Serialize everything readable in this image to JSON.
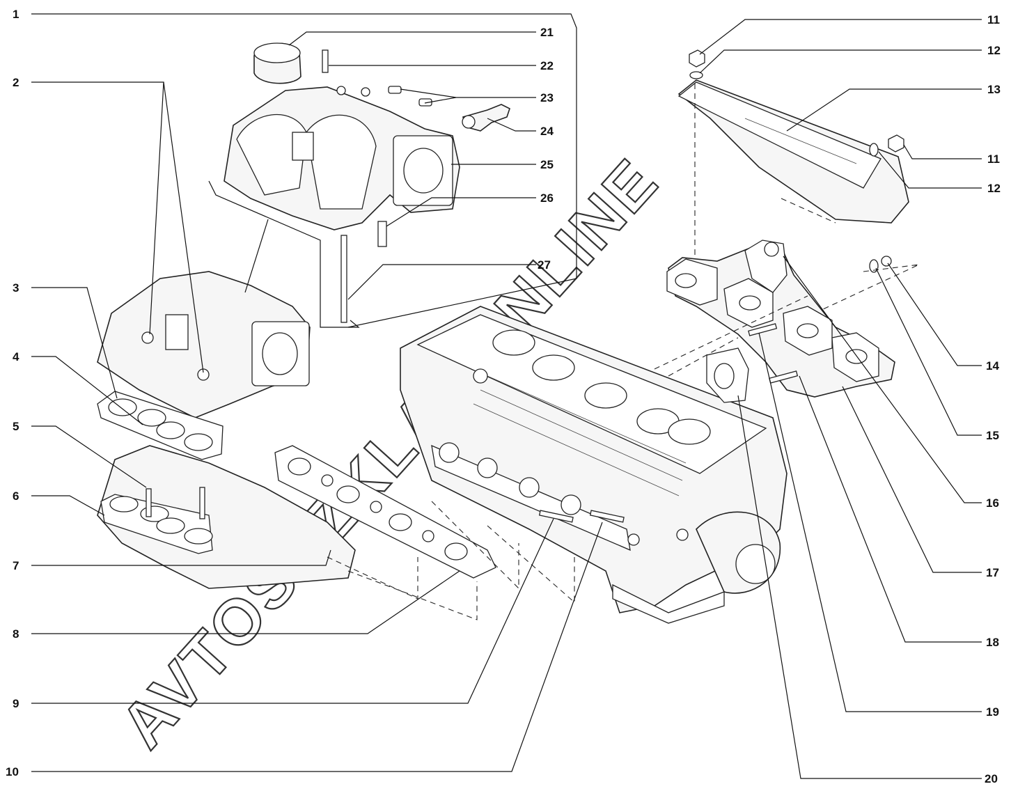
{
  "callouts_left": [
    "1",
    "2",
    "3",
    "4",
    "5",
    "6",
    "7",
    "8",
    "9",
    "10"
  ],
  "callouts_top": [
    "21",
    "22",
    "23",
    "24",
    "25",
    "26",
    "27"
  ],
  "callouts_right": [
    "11",
    "12",
    "13",
    "11",
    "12",
    "14",
    "15",
    "16",
    "17",
    "18",
    "19",
    "20"
  ],
  "watermark": "AVTOSVZKLAT.ONLINE"
}
